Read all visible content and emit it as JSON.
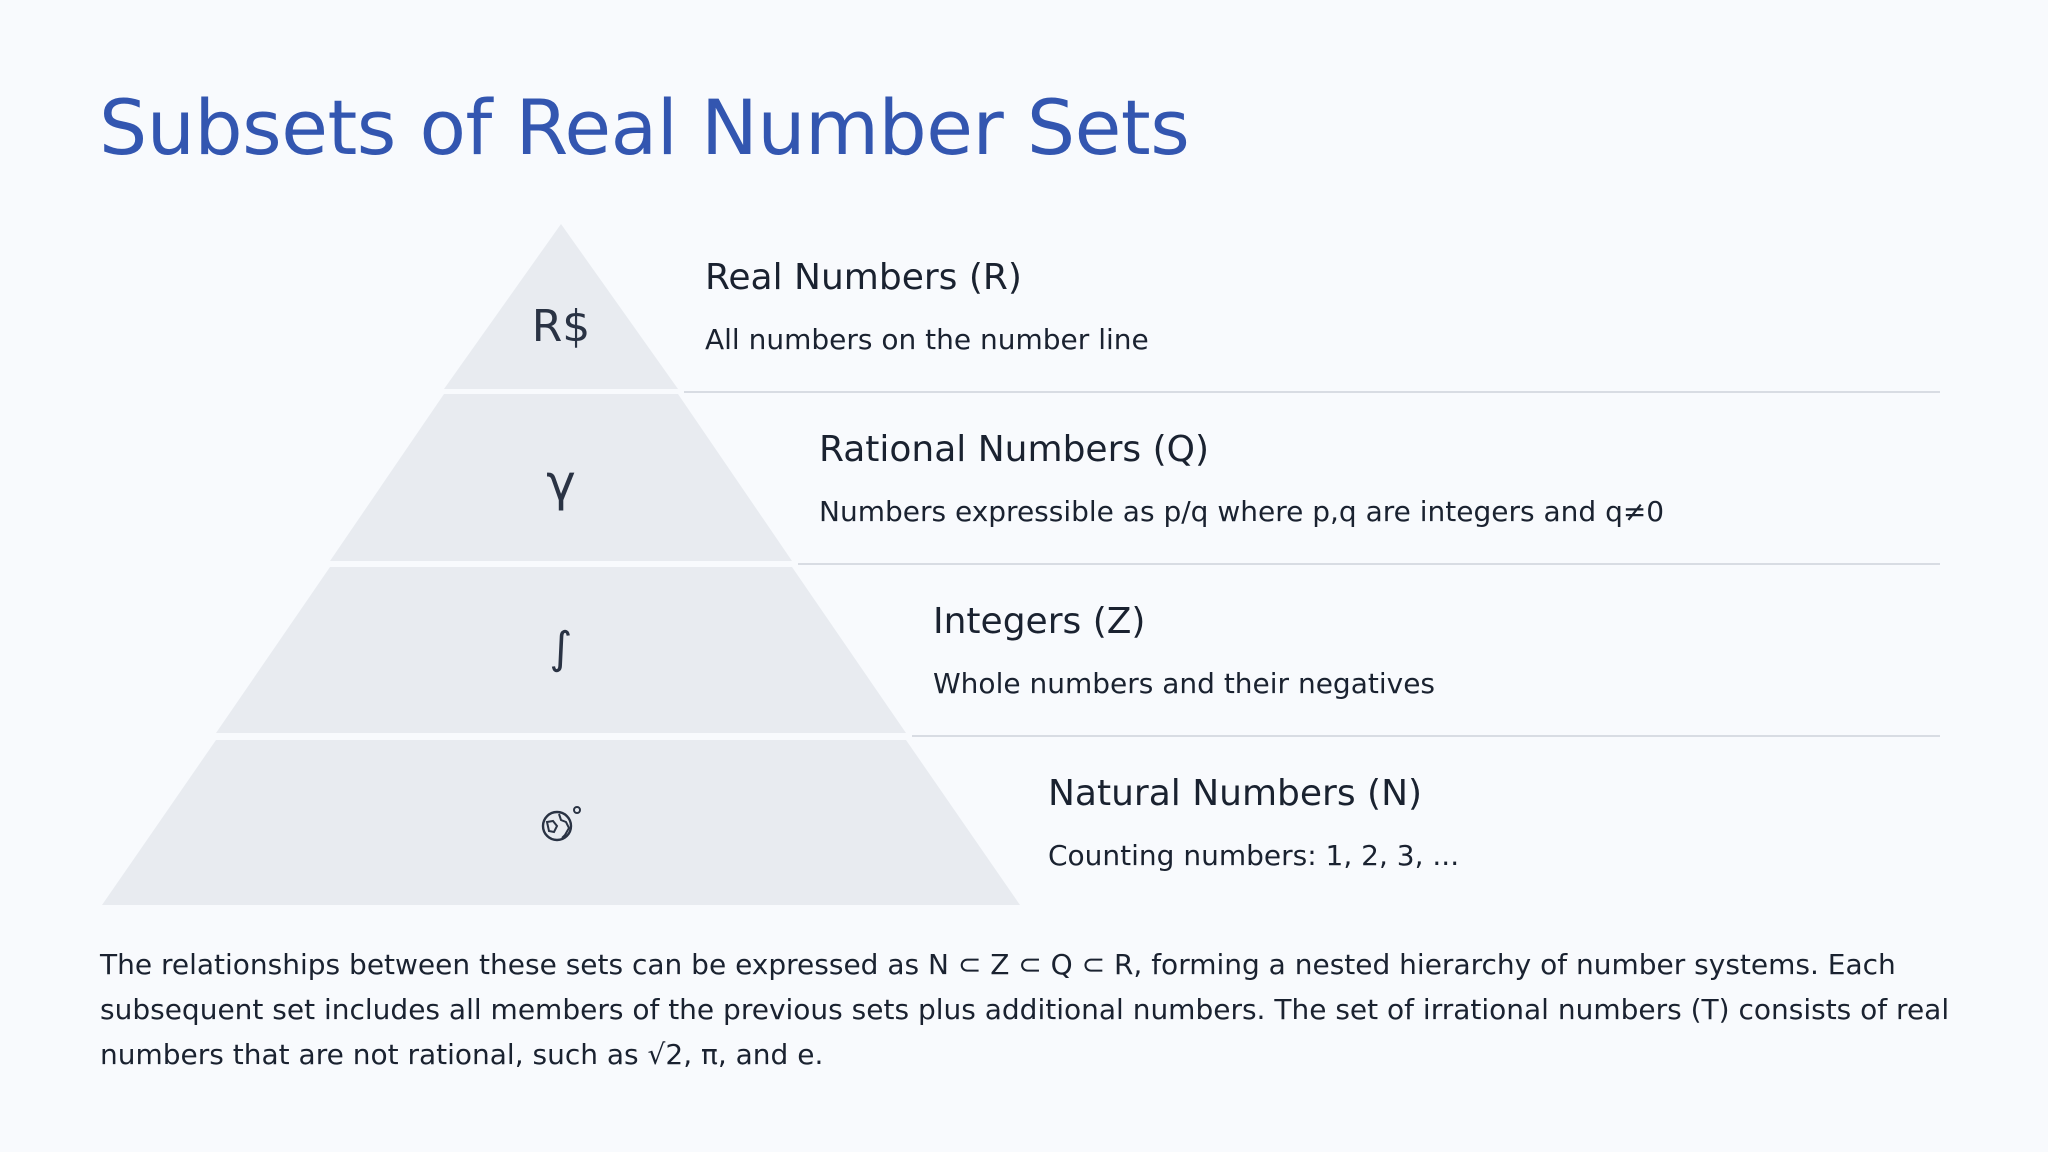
{
  "title": "Subsets of Real Number Sets",
  "levels": [
    {
      "icon": "R$",
      "icon_name": "real-currency-icon",
      "heading": "Real Numbers (R)",
      "description": "All numbers on the number line"
    },
    {
      "icon": "γ",
      "icon_name": "gamma-icon",
      "heading": "Rational Numbers (Q)",
      "description": "Numbers expressible as p/q where p,q are integers and q≠0"
    },
    {
      "icon": "∫",
      "icon_name": "integral-icon",
      "heading": "Integers (Z)",
      "description": "Whole numbers and their negatives"
    },
    {
      "icon": "",
      "icon_name": "globe-icon",
      "heading": "Natural Numbers (N)",
      "description": "Counting numbers: 1, 2, 3, ..."
    }
  ],
  "summary": "The relationships between these sets can be expressed as N ⊂ Z ⊂ Q ⊂ R, forming a nested hierarchy of number systems. Each subsequent set includes all members of the previous sets plus additional numbers. The set of irrational numbers (T) consists of real numbers that are not rational, such as √2, π, and e.",
  "colors": {
    "title": "#3356b0",
    "pyramid_fill": "#e8ebf0",
    "divider": "#d8dce3",
    "background": "#f8fafd"
  }
}
